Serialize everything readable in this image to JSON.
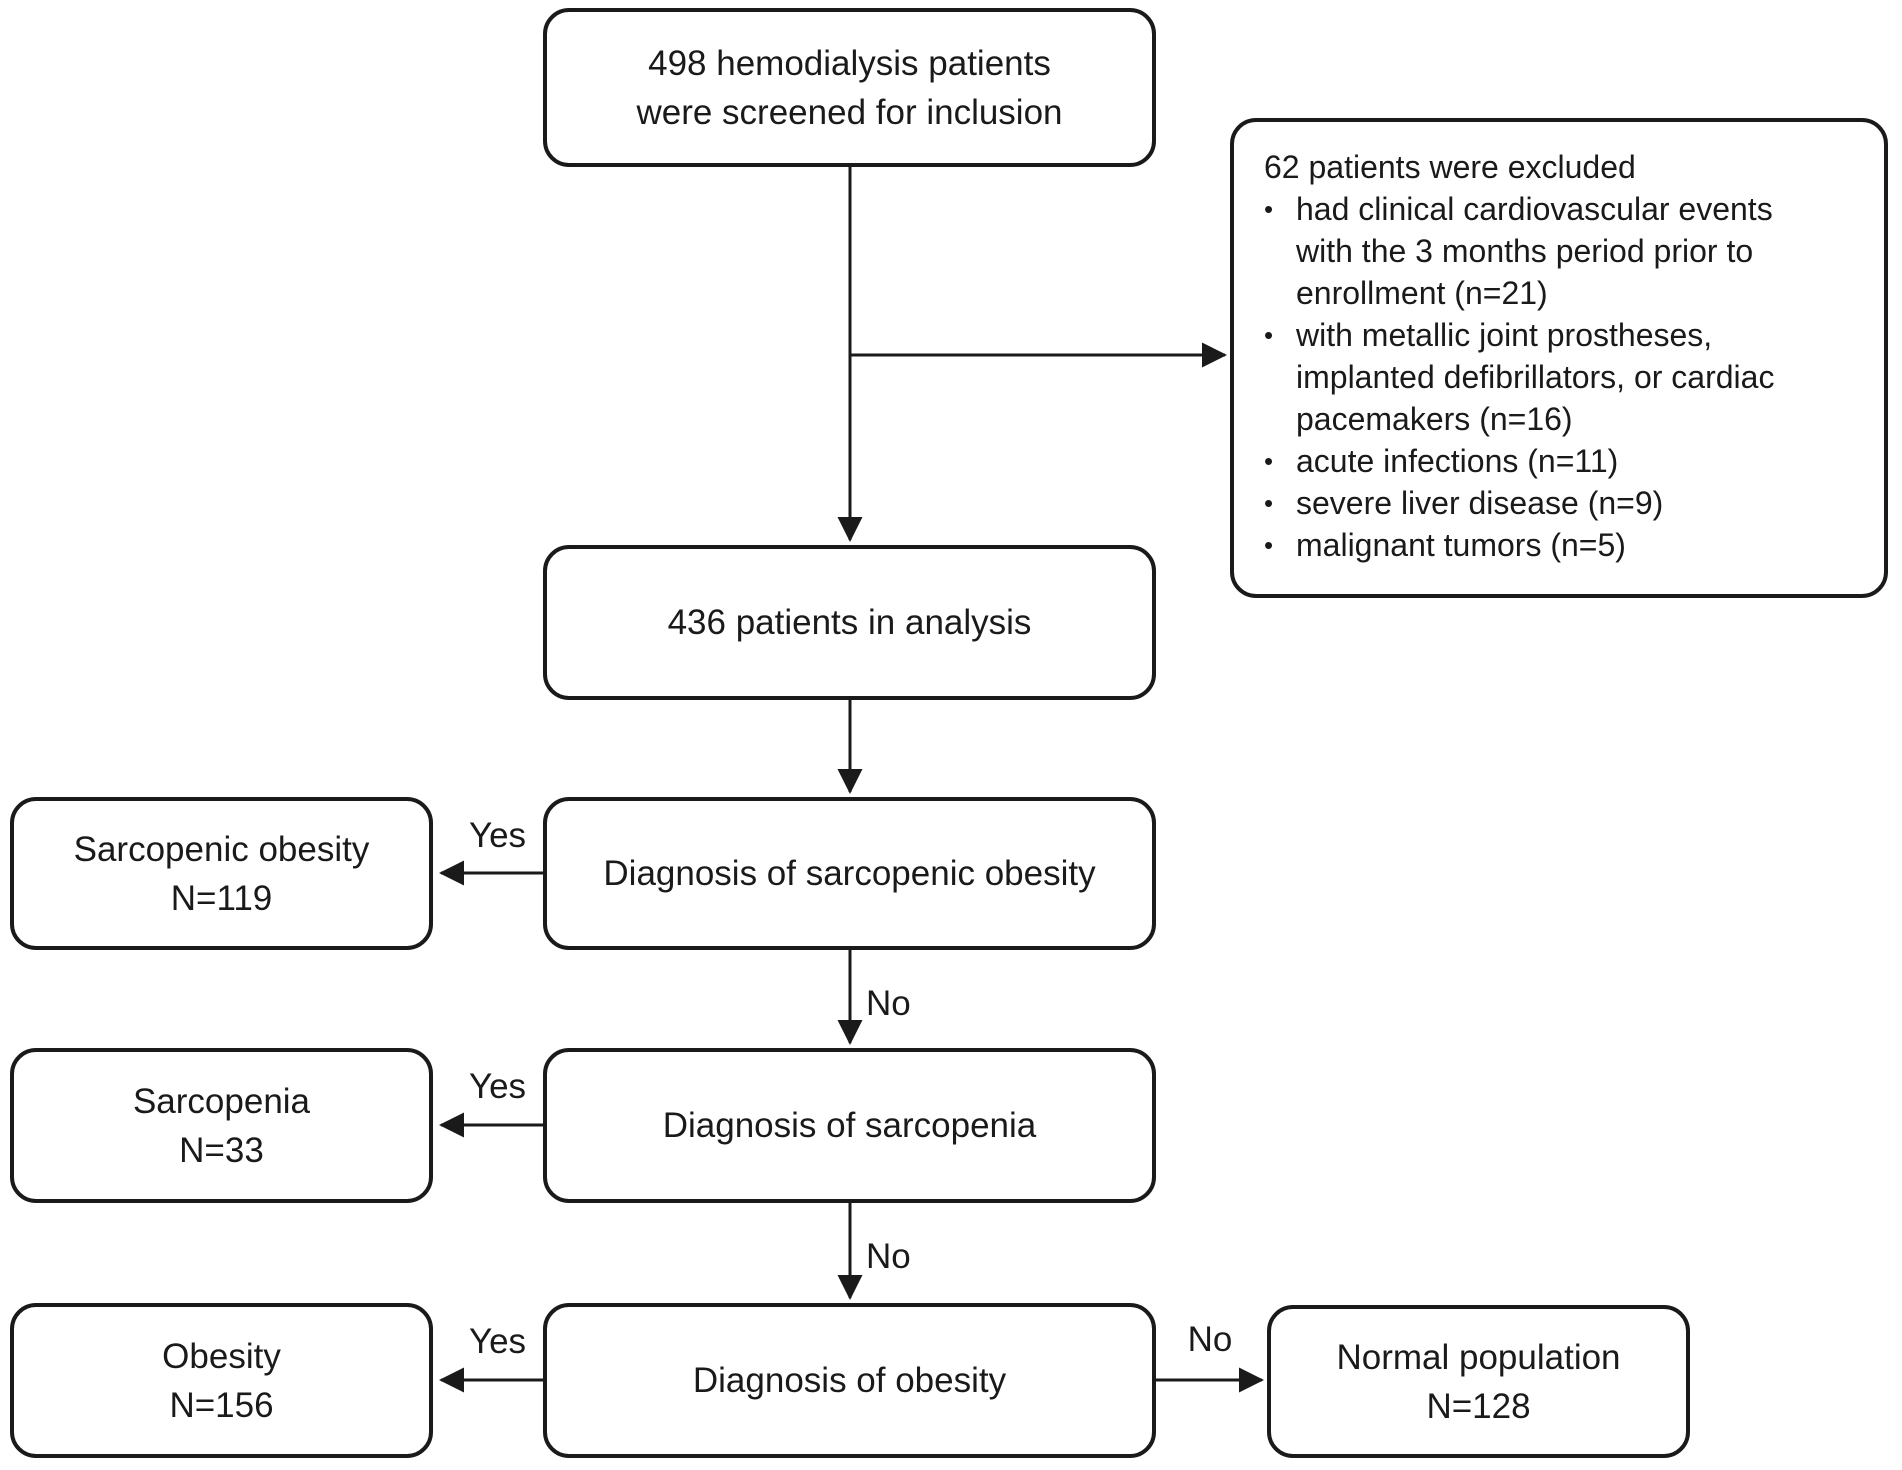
{
  "flow": {
    "screened": {
      "label": "498 hemodialysis patients\nwere screened for inclusion"
    },
    "excluded": {
      "title": "62 patients were excluded",
      "bullet": "•",
      "items": [
        "had clinical cardiovascular events\nwith the 3 months period prior to\nenrollment (n=21)",
        "with metallic joint prostheses,\nimplanted defibrillators, or cardiac\npacemakers (n=16)",
        "acute infections (n=11)",
        "severe liver disease (n=9)",
        "malignant tumors (n=5)"
      ]
    },
    "analysis": {
      "label": "436 patients in analysis"
    },
    "decisions": [
      {
        "label": "Diagnosis of sarcopenic obesity",
        "yes": "Yes",
        "no": "No",
        "outcome": "Sarcopenic obesity\nN=119"
      },
      {
        "label": "Diagnosis of sarcopenia",
        "yes": "Yes",
        "no": "No",
        "outcome": "Sarcopenia\nN=33"
      },
      {
        "label": "Diagnosis of obesity",
        "yes": "Yes",
        "no": "No",
        "outcome": "Obesity\nN=156",
        "no_outcome": "Normal population\nN=128"
      }
    ],
    "colors": {
      "line": "#1a1a1a",
      "text": "#1a1a1a",
      "background": "#ffffff"
    }
  }
}
